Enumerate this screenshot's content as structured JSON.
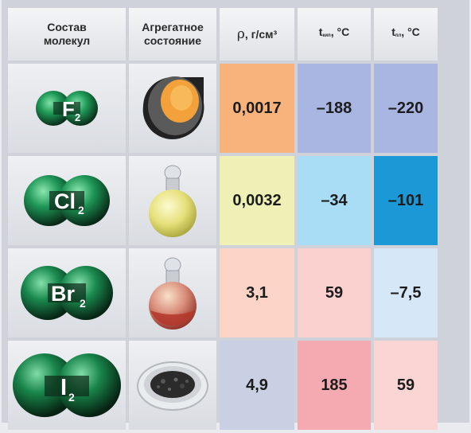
{
  "headers": {
    "composition": "Состав молекул",
    "state": "Агрегатное состояние",
    "density_symbol": "ρ",
    "density_unit": ", г/см³",
    "t_boil_main": "t",
    "t_boil_sub": "кип",
    "t_boil_unit": ", °C",
    "t_melt_main": "t",
    "t_melt_sub": "пл",
    "t_melt_unit": ", °C"
  },
  "rows": [
    {
      "symbol": "F",
      "index": "2",
      "state_icon": "gas-cylinder-icon",
      "density": "0,0017",
      "t_boil": "–188",
      "t_melt": "–220",
      "colors": {
        "density": "#f8b27b",
        "t_boil": "#a9b6e2",
        "t_melt": "#a9b6e2"
      }
    },
    {
      "symbol": "Cl",
      "index": "2",
      "state_icon": "yellow-gas-flask-icon",
      "density": "0,0032",
      "t_boil": "–34",
      "t_melt": "–101",
      "colors": {
        "density": "#eef0b5",
        "t_boil": "#a9ddf6",
        "t_melt": "#1b98d6"
      }
    },
    {
      "symbol": "Br",
      "index": "2",
      "state_icon": "liquid-flask-icon",
      "density": "3,1",
      "t_boil": "59",
      "t_melt": "–7,5",
      "colors": {
        "density": "#fbd3c7",
        "t_boil": "#fbd1cf",
        "t_melt": "#d6e7f8"
      }
    },
    {
      "symbol": "I",
      "index": "2",
      "state_icon": "solid-crystals-dish-icon",
      "density": "4,9",
      "t_boil": "185",
      "t_melt": "59",
      "colors": {
        "density": "#c9d0e3",
        "t_boil": "#f5a9b1",
        "t_melt": "#fbd5d3"
      }
    }
  ]
}
